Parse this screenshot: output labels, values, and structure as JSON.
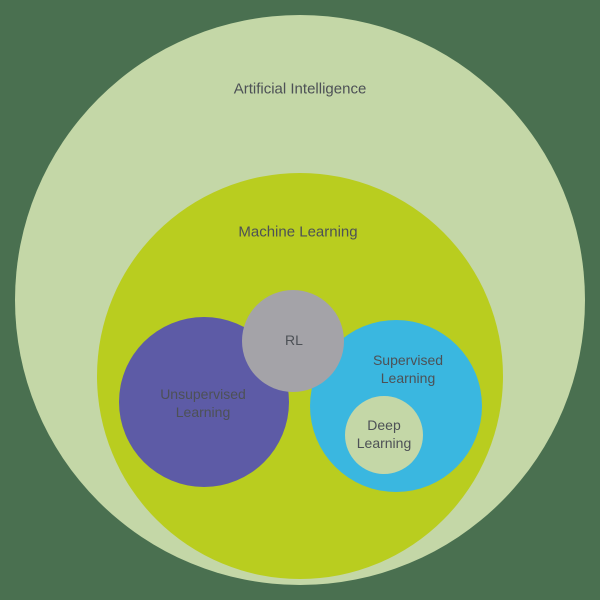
{
  "canvas": {
    "background": "#4a7050",
    "text_color": "#4d5156"
  },
  "diagram": {
    "type": "nested-euler-diagram",
    "sets": {
      "ai": {
        "label": "Artificial Intelligence",
        "color": "#c4d7a7",
        "contains": [
          "ml"
        ]
      },
      "ml": {
        "label": "Machine Learning",
        "color": "#b9cd1f",
        "contains": [
          "unsupervised",
          "rl",
          "supervised"
        ]
      },
      "unsupervised": {
        "label": "Unsupervised Learning",
        "color": "#5d5ba6",
        "contains": []
      },
      "rl": {
        "label": "RL",
        "color": "#a4a3a8",
        "contains": []
      },
      "supervised": {
        "label": "Supervised Learning",
        "color": "#3ab7e0",
        "contains": [
          "deep"
        ]
      },
      "deep": {
        "label": "Deep Learning",
        "color": "#c4d7a7",
        "contains": []
      }
    }
  }
}
